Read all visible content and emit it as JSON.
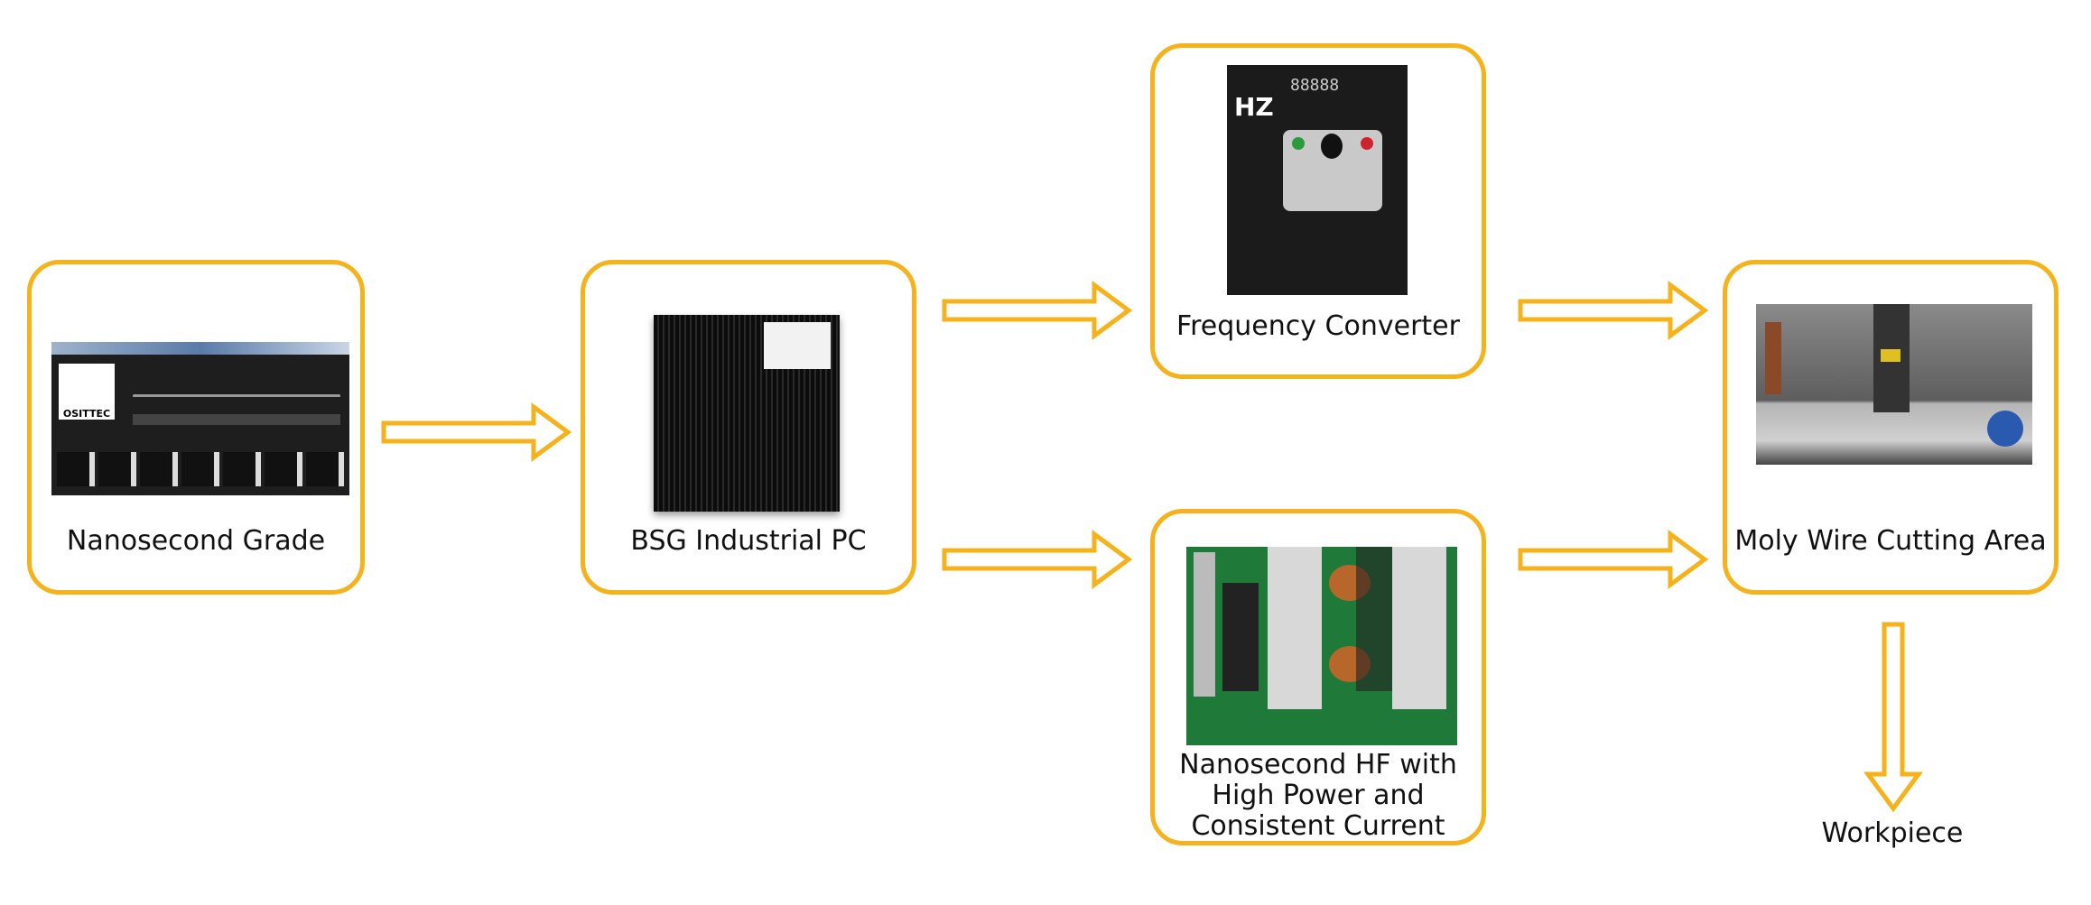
{
  "colors": {
    "accent": "#f5b21b",
    "text": "#111111"
  },
  "nodes": {
    "software": {
      "label": "Nanosecond Grade",
      "image": "software-screenshot-image",
      "logo_text": "OSITTEC"
    },
    "pc": {
      "label": "BSG Industrial PC",
      "image": "industrial-pc-image"
    },
    "converter": {
      "label": "Frequency Converter",
      "image": "frequency-converter-image",
      "brand": "HZ",
      "display": "88888"
    },
    "hf": {
      "label_lines": [
        "Nanosecond HF with",
        "High Power and",
        "Consistent Current"
      ],
      "image": "hf-circuit-board-image"
    },
    "cutting": {
      "label": "Moly Wire Cutting Area",
      "image": "cutting-area-image"
    },
    "workpiece": {
      "label": "Workpiece"
    }
  }
}
